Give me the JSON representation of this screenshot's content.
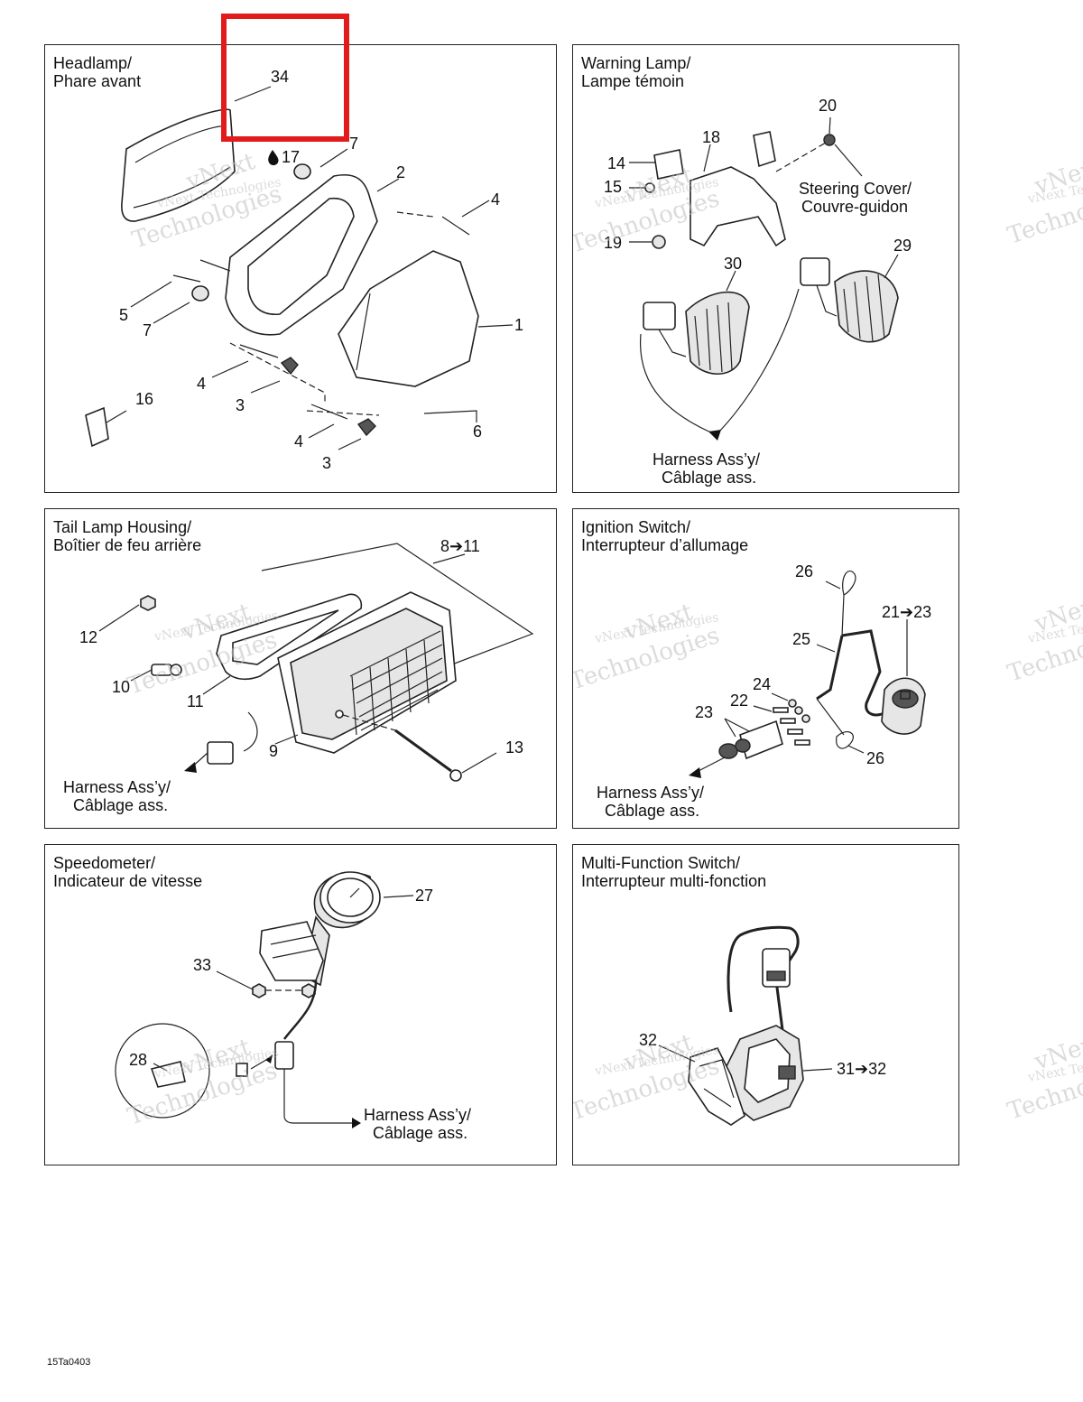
{
  "watermark": {
    "line1": "vNext",
    "line2": "Technologies",
    "small": "vNext Technologies"
  },
  "figure_code": "15Ta0403",
  "highlight": {
    "color": "#e21b1b",
    "target_callout": "34"
  },
  "panels": {
    "headlamp": {
      "title": "Headlamp/\nPhare avant",
      "callouts": {
        "c34": "34",
        "c17": "17",
        "c7a": "7",
        "c2": "2",
        "c4a": "4",
        "c5": "5",
        "c7b": "7",
        "c1": "1",
        "c4b": "4",
        "c3a": "3",
        "c16": "16",
        "c4c": "4",
        "c6": "6",
        "c3b": "3"
      }
    },
    "warning_lamp": {
      "title": "Warning Lamp/\nLampe témoin",
      "callouts": {
        "c20": "20",
        "c18": "18",
        "c14": "14",
        "c15": "15",
        "c19": "19",
        "c30": "30",
        "c29": "29"
      },
      "labels": {
        "steering_en": "Steering Cover/",
        "steering_fr": "Couvre-guidon",
        "harness_en": "Harness Ass’y/",
        "harness_fr": "Câblage ass."
      }
    },
    "tail_lamp": {
      "title": "Tail Lamp Housing/\nBoîtier de feu arrière",
      "callouts": {
        "c8_11": "8➔11",
        "c12": "12",
        "c10": "10",
        "c11": "11",
        "c9": "9",
        "c13": "13"
      },
      "labels": {
        "harness_en": "Harness Ass’y/",
        "harness_fr": "Câblage ass."
      }
    },
    "ignition": {
      "title": "Ignition Switch/\nInterrupteur d’allumage",
      "callouts": {
        "c26a": "26",
        "c21_23": "21➔23",
        "c25": "25",
        "c24": "24",
        "c22": "22",
        "c23": "23",
        "c26b": "26"
      },
      "labels": {
        "harness_en": "Harness Ass’y/",
        "harness_fr": "Câblage ass."
      }
    },
    "speedometer": {
      "title": "Speedometer/\nIndicateur de vitesse",
      "callouts": {
        "c27": "27",
        "c33": "33",
        "c28": "28"
      },
      "labels": {
        "harness_en": "Harness Ass’y/",
        "harness_fr": "Câblage ass."
      }
    },
    "multifunction": {
      "title": "Multi-Function Switch/\nInterrupteur multi-fonction",
      "callouts": {
        "c32": "32",
        "c31_32": "31➔32"
      }
    }
  }
}
